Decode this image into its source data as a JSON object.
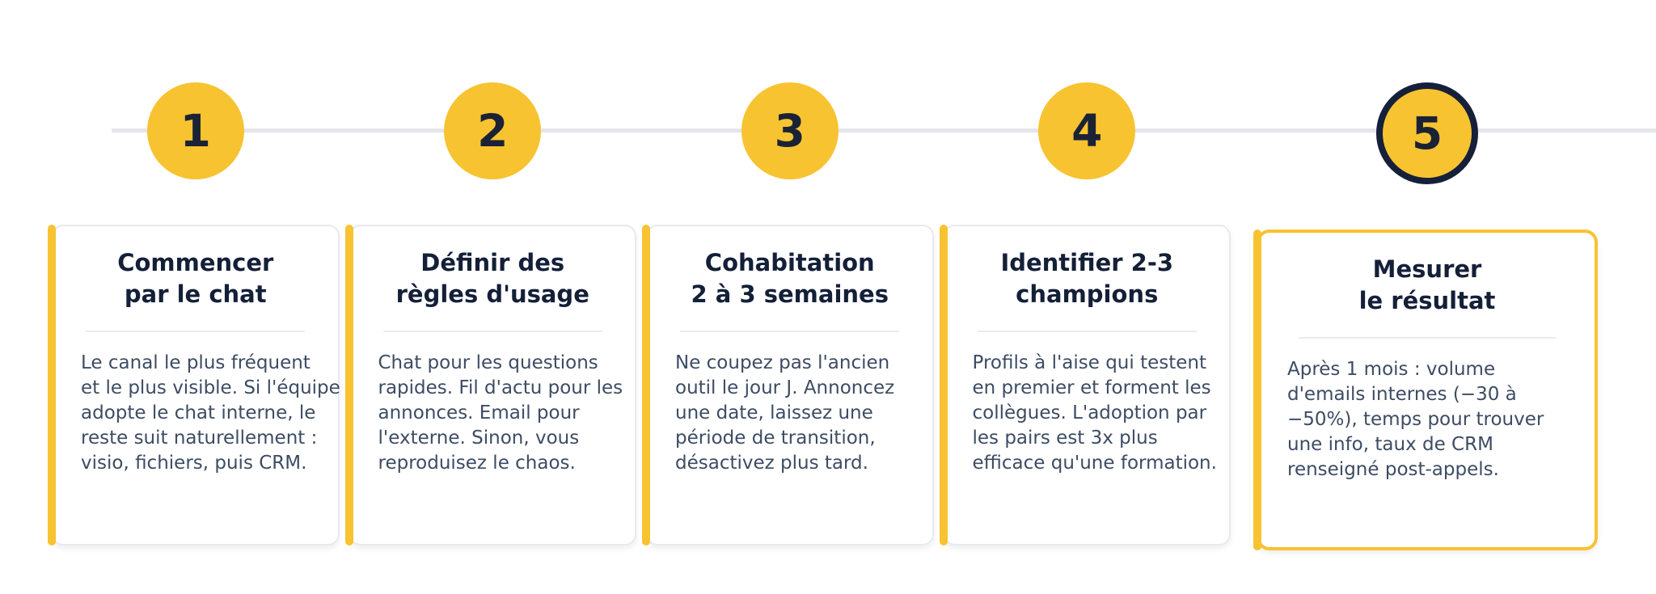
{
  "colors": {
    "accent_yellow": "#f8c331",
    "navy_ring": "#16203a",
    "number_text": "#1a2236",
    "title_text": "#141f38",
    "body_text": "#3d4c63",
    "connector_line": "#e4e6ea",
    "card_border": "#e8eaed"
  },
  "steps": [
    {
      "number": "1",
      "title": "Commencer\npar le chat",
      "body": "Le canal le plus fréquent\net le plus visible. Si l'équipe\nadopte le chat interne, le\nreste suit naturellement :\nvisio, fichiers, puis CRM.",
      "highlighted": false
    },
    {
      "number": "2",
      "title": "Définir des\nrègles d'usage",
      "body": "Chat pour les questions\nrapides. Fil d'actu pour les\nannonces. Email pour\nl'externe. Sinon, vous\nreproduisez le chaos.",
      "highlighted": false
    },
    {
      "number": "3",
      "title": "Cohabitation\n2 à 3 semaines",
      "body": "Ne coupez pas l'ancien\noutil le jour J. Annoncez\nune date, laissez une\npériode de transition,\ndésactivez plus tard.",
      "highlighted": false
    },
    {
      "number": "4",
      "title": "Identifier 2-3\nchampions",
      "body": "Profils à l'aise qui testent\nen premier et forment les\ncollègues. L'adoption par\nles pairs est 3x plus\nefficace qu'une formation.",
      "highlighted": false
    },
    {
      "number": "5",
      "title": "Mesurer\nle résultat",
      "body": "Après 1 mois : volume\nd'emails internes (−30 à\n−50%), temps pour trouver\nune info, taux de CRM\nrenseigné post-appels.",
      "highlighted": true
    }
  ]
}
